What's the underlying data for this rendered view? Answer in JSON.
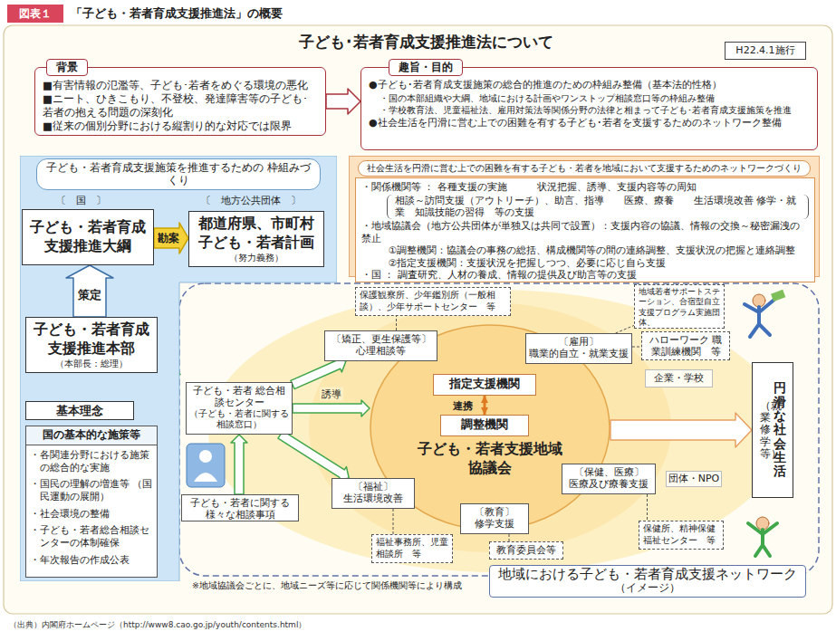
{
  "diagram": {
    "title": "「子ども・若者育成支援推進法」の概要",
    "caption": "（出典）内閣府ホームページ（http://www8.cao.go.jp/youth/contents.html）",
    "nodes": [
      {
        "text": [
          "図表１"
        ]
      },
      {
        "text": [
          "H22.4.1施行"
        ]
      },
      {
        "text": [
          "背景",
          "■有害情報の氾濫等、子ども･若者をめぐる環境の悪化",
          "■ニート、ひきこもり、不登校、発達障害等の子ども･若者の抱える問題の深刻化",
          "■従来の個別分野における縦割り的な対応では限界"
        ]
      },
      {
        "text": [
          "趣旨・目的",
          "●子ども･若者育成支援施策の総合的推進のための枠組み整備（基本法的性格）",
          "・国の本部組織や大綱、地域における計画やワンストップ相談窓口等の枠組み整備",
          "・学校教育法、児童福祉法、雇用対策法等関係分野の法律と相まって子ども･若者育成支援施策を推進",
          "●社会生活を円滑に営む上での困難を有する子ども･若者を支援するためのネットワーク整備"
        ]
      },
      {
        "text": [
          "子ども・若者育成支援施策を推進するための 枠組みづくり"
        ]
      },
      {
        "text": [
          "子ども・若者育成支援推進大綱"
        ],
        "in": 4
      },
      {
        "text": [
          "都道府県、市町村 子ども・若者計画",
          "（努力義務）"
        ],
        "in": 4
      },
      {
        "text": [
          "子ども・若者育成支援推進本部",
          "（本部長：総理）"
        ],
        "in": 4
      },
      {
        "text": [
          "基本理念"
        ],
        "in": 4
      },
      {
        "text": [
          "国の基本的な施策等",
          "・各関連分野における施策の総合的な実施",
          "・国民の理解の増進等 （国民運動の展開）",
          "・社会環境の整備",
          "・子ども・若者総合相談センターの体制確保",
          "・年次報告の作成公表"
        ],
        "in": 4
      },
      {
        "text": [
          "社会生活を円滑に営む上での困難を有する子ども・若者を地域において支援するためのネットワークづくり"
        ]
      },
      {
        "text": [
          "・関係機関等 ： 各種支援の実施　　　状況把握、誘導、支援内容等の周知",
          "相談～訪問支援（アウトリーチ）、助言、指導　　医療、療養　　生活環境改善 修学・就業　知識技能の習得　等の支援",
          "・地域協議会（地方公共団体が単独又は共同で設置）：支援内容の協議、情報の交換～秘密漏洩の禁止",
          "①調整機関：協議会の事務の総括、構成機関等の間の連絡調整、支援状況の把握と連絡調整",
          "②指定支援機関：支援状況を把握しつつ、必要に応じ自ら支援",
          "・国 ： 調査研究、人材の養成、情報の提供及び助言等の支援"
        ],
        "in": 10
      },
      {
        "text": [
          "保護観察所、少年鑑別所（一般相談）、少年サポートセンター　等"
        ]
      },
      {
        "text": [
          "〔矯正、更生保護等〕",
          "心理相談等"
        ]
      },
      {
        "text": [
          "地域若者サポートステーション、合宿型自立支援プログラム実施団体、"
        ]
      },
      {
        "text": [
          "ハローワーク 職業訓練機関　等"
        ]
      },
      {
        "text": [
          "〔雇用〕",
          "職業的自立・就業支援"
        ]
      },
      {
        "text": [
          "企業・学校"
        ]
      },
      {
        "text": [
          "子ども・若者 総合相談センター",
          "（子ども・若者に関する相談窓口）"
        ]
      },
      {
        "text": [
          "子ども・若者支援地域協議会"
        ]
      },
      {
        "text": [
          "指定支援機関"
        ],
        "in": 19
      },
      {
        "text": [
          "調整機関"
        ],
        "in": 19
      },
      {
        "text": [
          "円滑な社会生活",
          "（就業・修学等）"
        ]
      },
      {
        "text": [
          "子ども・若者に関する 様々な相談事項"
        ]
      },
      {
        "text": [
          "〔福祉〕",
          "生活環境改善"
        ]
      },
      {
        "text": [
          "〔保健、医療〕",
          "医療及び療養支援"
        ]
      },
      {
        "text": [
          "団体・NPO"
        ]
      },
      {
        "text": [
          "〔教育〕",
          "修学支援"
        ]
      },
      {
        "text": [
          "保健所、精神保健福祉センター　等"
        ]
      },
      {
        "text": [
          "福祉事務所、児童相談所　等"
        ]
      },
      {
        "text": [
          "教育委員会等"
        ]
      },
      {
        "text": [
          "地域における子ども・若者育成支援ネットワーク",
          "（イメージ）"
        ]
      }
    ],
    "edges": [
      {
        "from": 2,
        "to": 3,
        "arrow": "to"
      },
      {
        "from": 5,
        "to": 6,
        "label": "勘案",
        "arrow": "to"
      },
      {
        "from": 7,
        "to": 5,
        "label": "策定",
        "arrow": "to"
      },
      {
        "from": 20,
        "to": 21,
        "label": "連携",
        "arrow": "both"
      },
      {
        "from": 18,
        "to": 13,
        "arrow": "to"
      },
      {
        "from": 18,
        "to": 19,
        "label": "誘導",
        "arrow": "to"
      },
      {
        "from": 18,
        "to": 24,
        "arrow": "to"
      },
      {
        "from": 23,
        "to": 18,
        "arrow": "to"
      },
      {
        "from": 19,
        "to": 22,
        "arrow": "to"
      },
      {
        "from": 13,
        "to": 12,
        "arrow": "none"
      },
      {
        "from": 16,
        "to": 14,
        "arrow": "none"
      },
      {
        "from": 16,
        "to": 15,
        "arrow": "none"
      },
      {
        "from": 25,
        "to": 28,
        "arrow": "none"
      },
      {
        "from": 27,
        "to": 30,
        "arrow": "none"
      },
      {
        "from": 24,
        "to": 29,
        "arrow": "none"
      }
    ],
    "labels": [
      "子ども･若者育成支援推進法について",
      "〔　国　〕",
      "〔　地方公共団体　〕",
      "※地域協議会ごとに、地域ニーズ等に応じて関係機関等により構成"
    ]
  }
}
